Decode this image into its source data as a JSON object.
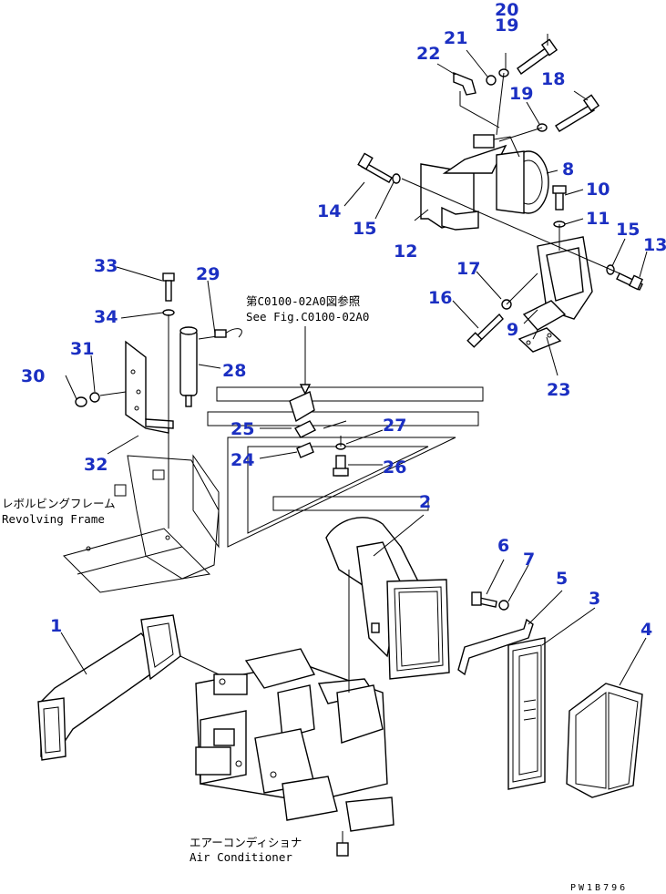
{
  "callouts": [
    "1",
    "2",
    "3",
    "4",
    "5",
    "6",
    "7",
    "8",
    "9",
    "10",
    "11",
    "12",
    "13",
    "14",
    "15",
    "15",
    "16",
    "17",
    "18",
    "19",
    "19",
    "20",
    "21",
    "22",
    "23",
    "24",
    "25",
    "26",
    "27",
    "28",
    "29",
    "30",
    "31",
    "32",
    "33",
    "34"
  ],
  "notes": {
    "ref_jp": "第C0100-02A0図参照",
    "ref_en": "See Fig.C0100-02A0",
    "frame_jp": "レボルビングフレーム",
    "frame_en": "Revolving Frame",
    "ac_jp": "エアーコンディショナ",
    "ac_en": "Air Conditioner"
  },
  "drawing_code": "PW1B796",
  "colors": {
    "callout": "#1b2fc2",
    "line": "#000000",
    "background": "#ffffff"
  }
}
